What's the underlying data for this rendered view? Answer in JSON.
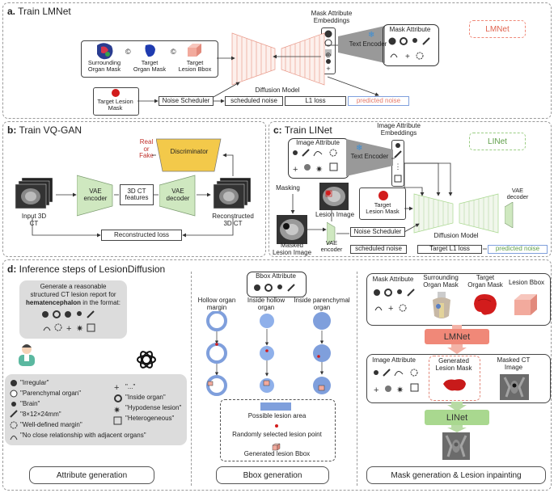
{
  "panel_a": {
    "title_letter": "a.",
    "title_text": "Train LMNet",
    "tag": "LMNet",
    "mask_attr_embeddings": "Mask Attribute\nEmbeddings",
    "mask_attribute": "Mask Attribute",
    "text_encoder": "Text Encoder",
    "surrounding": "Surrounding\nOrgan Mask",
    "target_organ": "Target\nOrgan Mask",
    "target_bbox": "Target\nLesion Bbox",
    "diffusion_model": "Diffusion Model",
    "target_lesion_mask": "Target Lesion\nMask",
    "noise_scheduler": "Noise Scheduler",
    "scheduled_noise": "scheduled noise",
    "l1_loss": "L1 loss",
    "predicted_noise": "predicted noise",
    "concat": "©"
  },
  "panel_b": {
    "title_letter": "b:",
    "title_text": "Train VQ-GAN",
    "real_fake": "Real\nor\nFake",
    "discriminator": "Discriminator",
    "vae_encoder": "VAE\nencoder",
    "features": "3D CT\nfeatures",
    "vae_decoder": "VAE\ndecoder",
    "input": "Input 3D\nCT",
    "recon": "Reconstructed\n3D CT",
    "recon_loss": "Reconstructed loss"
  },
  "panel_c": {
    "title_letter": "c:",
    "title_text": "Train LINet",
    "tag": "LINet",
    "image_attr_embeddings": "Image Attribute\nEmbeddings",
    "image_attribute": "Image Attribute",
    "text_encoder": "Text Encoder",
    "masking": "Masking",
    "lesion_image": "Lesion Image",
    "target_lesion_mask": "Target\nLesion Mask",
    "masked_lesion_image": "Masked\nLesion Image",
    "vae_encoder": "VAE\nencoder",
    "vae_decoder": "VAE\ndecoder",
    "noise_scheduler": "Noise Scheduler",
    "diffusion_model": "Diffusion Model",
    "scheduled_noise": "scheduled noise",
    "target_l1": "Target L1 loss",
    "predicted_noise": "predicted noise"
  },
  "panel_d": {
    "title_letter": "d:",
    "title_text": "Inference steps of LesionDiffusion",
    "prompt_line1": "Generate a reasonable",
    "prompt_line2": "structured CT lesion report for",
    "prompt_bold": "hematencephalon",
    "prompt_line3": "in the format:",
    "attrs_left": [
      "\"Irregular\"",
      "\"Parenchymal organ\"",
      "\"Brain\"",
      "\"8×12×24mm\"",
      "\"Well-defined margin\""
    ],
    "attrs_right": [
      "\"...\"",
      "\"Inside organ\"",
      "\"Hypodense lesion\"",
      "\"Heterogeneous\""
    ],
    "attr_last": "\"No close relationship with adjacent organs\"",
    "footer_attr": "Attribute generation",
    "bbox_attribute": "Bbox Attribute",
    "hollow_margin": "Hollow organ\nmargin",
    "inside_hollow": "Inside hollow\norgan",
    "inside_parenchymal": "Inside parenchymal\norgan",
    "legend_area": "Possible lesion area",
    "legend_point": "Randomly selected lesion point",
    "legend_bbox": "Generated lesion Bbox",
    "footer_bbox": "Bbox generation",
    "mask_attribute": "Mask Attribute",
    "surrounding": "Surrounding\nOrgan Mask",
    "target_organ": "Target\nOrgan Mask",
    "lesion_bbox": "Lesion Bbox",
    "lmnet": "LMNet",
    "image_attribute": "Image Attribute",
    "generated_mask": "Generated\nLesion Mask",
    "masked_ct": "Masked CT\nImage",
    "linet": "LINet",
    "footer_mask": "Mask generation & Lesion inpainting"
  },
  "colors": {
    "lmnet": "#f08878",
    "linet": "#a9d88f",
    "green": "#cfe8c0",
    "disc": "#f3c94a",
    "red": "#d21c1c",
    "blue": "#7f9fdc"
  }
}
